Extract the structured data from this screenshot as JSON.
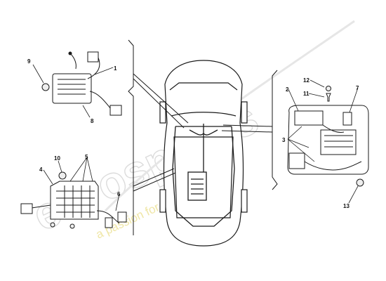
{
  "diagram": {
    "callouts": {
      "c1": "1",
      "c2": "2",
      "c3": "3",
      "c4": "4",
      "c5": "5",
      "c6": "6",
      "c7": "7",
      "c8": "8",
      "c9": "9",
      "c10": "10",
      "c11": "11",
      "c12": "12",
      "c13": "13"
    }
  },
  "watermark": {
    "brand": "eurospares",
    "tagline": "a passion for parts since 1985"
  },
  "colors": {
    "line": "#1a1a1a",
    "watermark_outline": "#dcdcdc",
    "watermark_tagline": "#efe6a6"
  }
}
